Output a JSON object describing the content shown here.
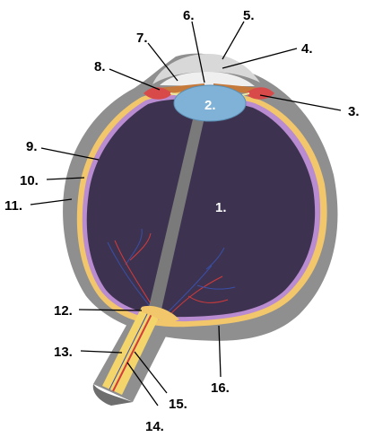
{
  "labels": {
    "l1": "1.",
    "l2": "2.",
    "l3": "3.",
    "l4": "4.",
    "l5": "5.",
    "l6": "6.",
    "l7": "7.",
    "l8": "8.",
    "l9": "9.",
    "l10": "10.",
    "l11": "11.",
    "l12": "12.",
    "l13": "13.",
    "l14": "14.",
    "l15": "15.",
    "l16": "16."
  },
  "colors": {
    "sclera": "#8f8f8f",
    "vitreous": "#3d3350",
    "choroid_retina": "#f2c66a",
    "inner_membrane": "#b98bd0",
    "lens": "#7fb2d6",
    "cornea": "#d8d8d8",
    "iris": "#c5793a",
    "ciliary_body": "#d84a4a",
    "optic_nerve": "#f3d56b",
    "vessel_artery": "#d33a3a",
    "vessel_vein": "#3a4fa8",
    "hyaloid_canal": "#7a7a7a"
  }
}
